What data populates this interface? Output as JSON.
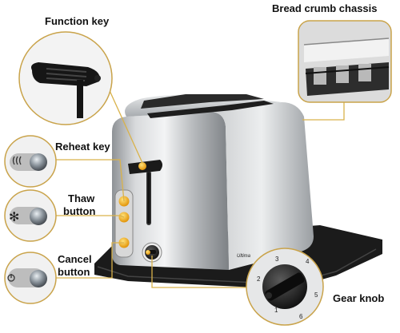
{
  "labels": {
    "function_key": "Function key",
    "bread_crumb_chassis": "Bread crumb chassis",
    "reheat_key": "Reheat key",
    "thaw_line1": "Thaw",
    "thaw_line2": "button",
    "cancel_line1": "Cancel",
    "cancel_line2": "button",
    "gear_knob": "Gear knob"
  },
  "knob_numbers": [
    "1",
    "2",
    "3",
    "4",
    "5",
    "6"
  ],
  "brand_mark": "Ultima",
  "colors": {
    "callout_line": "#d9b24a",
    "indicator_amber": "#f0a400",
    "toaster_steel": "#b9bcbf",
    "base_black": "#1a1a1a"
  },
  "icons": {
    "reheat": "steam-icon",
    "thaw": "snowflake-icon",
    "cancel": "power-icon"
  }
}
